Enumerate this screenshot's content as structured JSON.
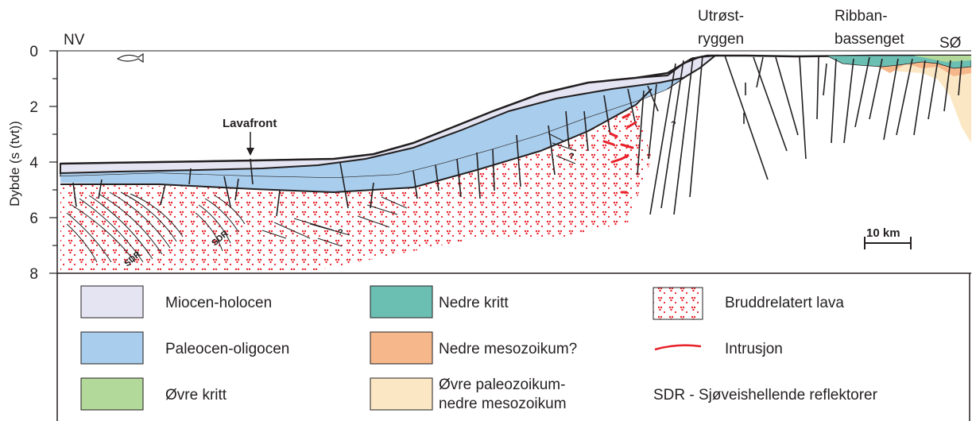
{
  "labels": {
    "nw": "NV",
    "se": "SØ",
    "utrost": [
      "Utrøst-",
      "ryggen"
    ],
    "ribban": [
      "Ribban-",
      "bassenget"
    ],
    "lavafront": "Lavafront",
    "sdr1": "SDR",
    "sdr2": "SDR",
    "scalebar": "10 km",
    "question": "?"
  },
  "axis": {
    "title": "Dybde (s (tvt))",
    "ticks": [
      "0",
      "2",
      "4",
      "6",
      "8"
    ]
  },
  "legend": [
    {
      "label": [
        "Miocen-holocen"
      ],
      "color": "#e4e4f2",
      "kind": "box"
    },
    {
      "label": [
        "Paleocen-oligocen"
      ],
      "color": "#a9cdec",
      "kind": "box"
    },
    {
      "label": [
        "Øvre kritt"
      ],
      "color": "#b2d89a",
      "kind": "box"
    },
    {
      "label": [
        "Nedre kritt"
      ],
      "color": "#6bbfb2",
      "kind": "box"
    },
    {
      "label": [
        "Nedre mesozoikum?"
      ],
      "color": "#f6b88a",
      "kind": "box"
    },
    {
      "label": [
        "Øvre paleozoikum-",
        "nedre mesozoikum"
      ],
      "color": "#fbe7c4",
      "kind": "box"
    },
    {
      "label": [
        "Bruddrelatert lava"
      ],
      "color": "#e8212a",
      "kind": "lava"
    },
    {
      "label": [
        "Intrusjon"
      ],
      "color": "#e8212a",
      "kind": "intrusion"
    },
    {
      "label": [
        "SDR - Sjøveishellende reflektorer"
      ],
      "color": "",
      "kind": "text"
    }
  ],
  "colors": {
    "miocene": "#e4e4f2",
    "paleocene": "#a9cdec",
    "upper_cretaceous": "#b2d89a",
    "lower_cretaceous": "#6bbfb2",
    "lower_mesozoic": "#f6b88a",
    "upper_paleozoic": "#fbe7c4",
    "lava": "#e8212a",
    "line": "#231f20"
  }
}
